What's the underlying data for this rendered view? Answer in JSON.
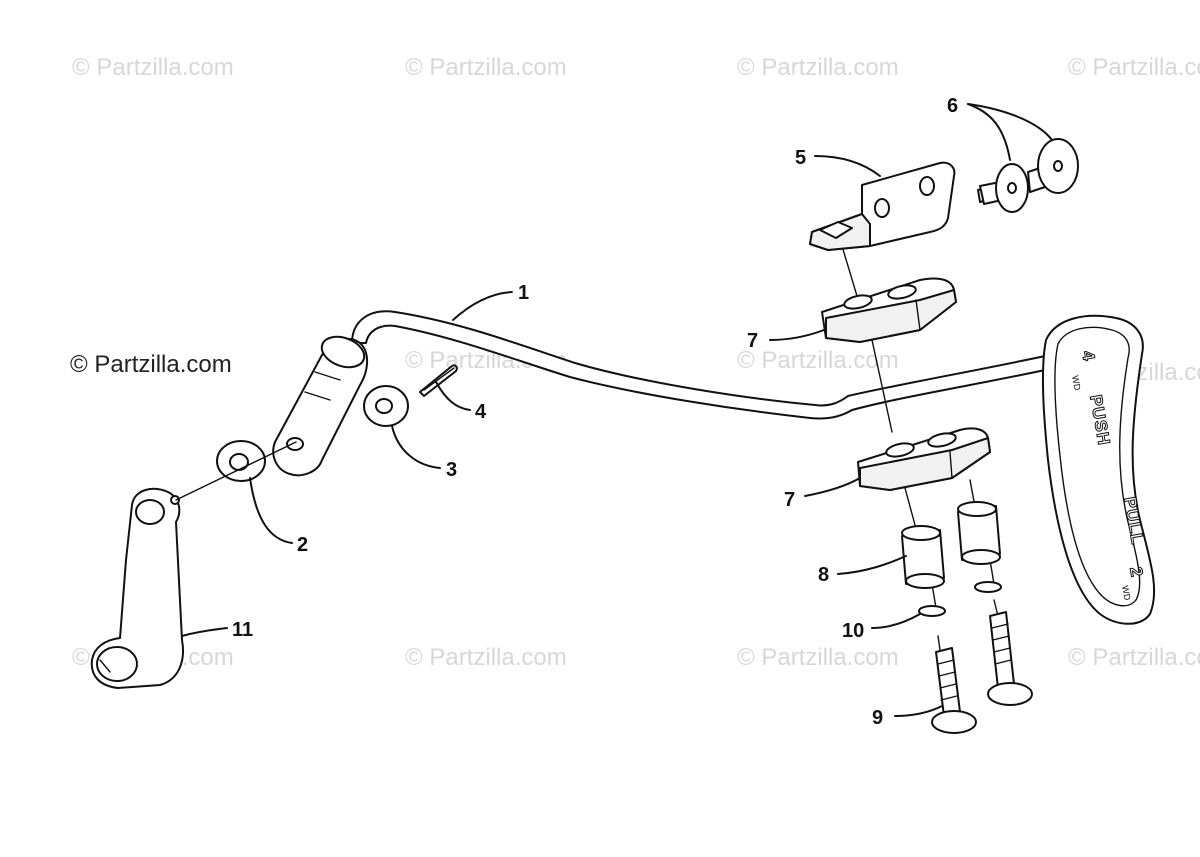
{
  "watermark": {
    "text": "© Partzilla.com"
  },
  "callouts": {
    "c1": "1",
    "c2": "2",
    "c3": "3",
    "c4": "4",
    "c5": "5",
    "c6": "6",
    "c7a": "7",
    "c7b": "7",
    "c8": "8",
    "c9": "9",
    "c10": "10",
    "c11": "11"
  },
  "knob": {
    "upper_number": "4",
    "upper_unit": "WD",
    "upper_word": "PUSH",
    "lower_word": "PULL",
    "lower_number": "2",
    "lower_unit": "WD"
  },
  "colors": {
    "ink": "#111111",
    "watermark": "#d7d7d7",
    "background": "#ffffff"
  }
}
